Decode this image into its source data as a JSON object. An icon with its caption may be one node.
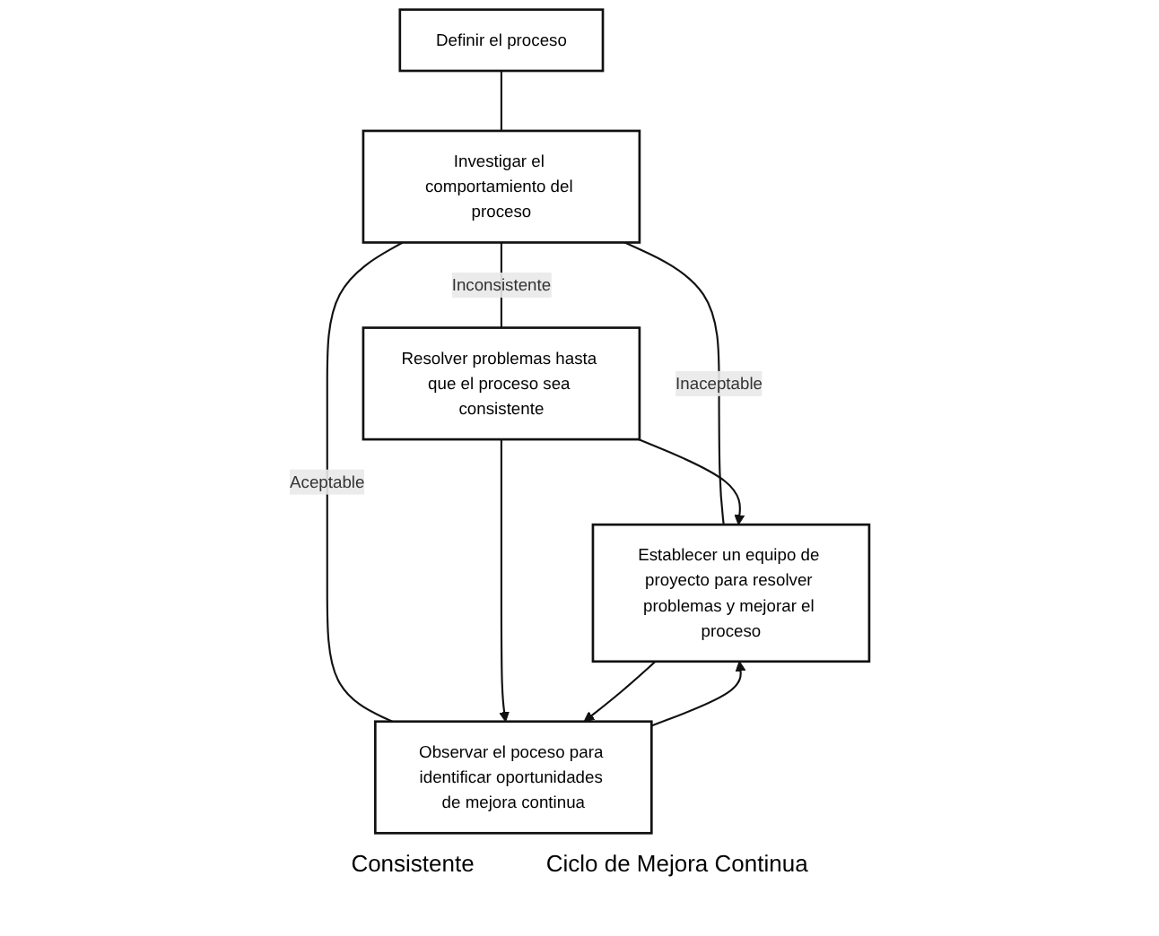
{
  "diagram": {
    "nodes": [
      {
        "text": [
          "Definir el proceso"
        ]
      },
      {
        "text": [
          "Investigar el comportamiento del proceso"
        ]
      },
      {
        "text": [
          "Resolver problemas hasta que el proceso sea consistente"
        ]
      },
      {
        "text": [
          "Establecer un equipo de proyecto para resolver problemas y mejorar el proceso"
        ]
      },
      {
        "text": [
          "Observar el poceso para identificar oportunidades de mejora continua"
        ]
      }
    ],
    "edges": [
      {
        "from": 0,
        "to": 1,
        "arrow": "none"
      },
      {
        "from": 1,
        "to": 2,
        "arrow": "none",
        "label": "Inconsistente"
      },
      {
        "from": 1,
        "to": 3,
        "arrow": "none",
        "label": "Inaceptable"
      },
      {
        "from": 1,
        "to": 4,
        "arrow": "none",
        "label": "Aceptable"
      },
      {
        "from": 2,
        "to": 3,
        "arrow": "to"
      },
      {
        "from": 2,
        "to": 4,
        "arrow": "to"
      },
      {
        "from": 3,
        "to": 4,
        "arrow": "to"
      },
      {
        "from": 4,
        "to": 3,
        "arrow": "to"
      }
    ],
    "labels": [
      "Consistente",
      "Ciclo de Mejora Continua"
    ]
  }
}
